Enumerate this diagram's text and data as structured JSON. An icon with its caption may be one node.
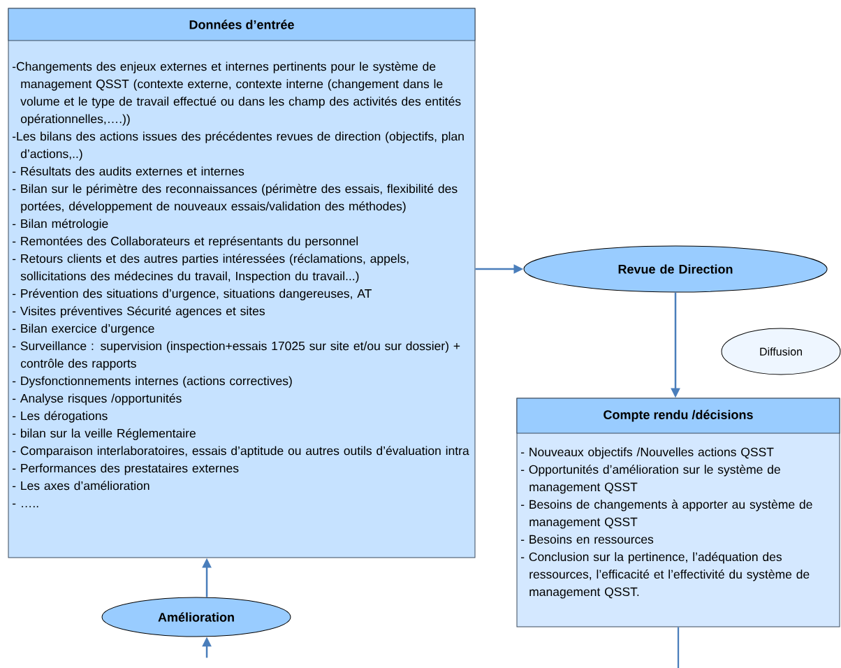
{
  "diagram": {
    "nodes": [
      {
        "text": [
          "Données d’entrée",
          "-Changements des enjeux externes et internes pertinents pour le système de management QSST  (contexte externe, contexte interne (changement dans le volume et le type de travail effectué ou dans les champ des activités des entités opérationnelles,….))",
          "-Les bilans des actions issues des précédentes revues de direction (objectifs, plan d’actions,..)",
          "- Résultats des audits externes et internes",
          "- Bilan sur le périmètre des reconnaissances (périmètre des essais, flexibilité des portées, développement de nouveaux essais/validation des méthodes)",
          "- Bilan métrologie",
          "- Remontées des Collaborateurs et représentants du personnel",
          "- Retours  clients et des autres parties intéressées (réclamations, appels, sollicitations des médecines du travail, Inspection du travail...)",
          "- Prévention des situations d’urgence, situations dangereuses, AT",
          "- Visites préventives Sécurité agences et sites",
          "- Bilan exercice d’urgence",
          "- Surveillance : supervision (inspection+essais 17025 sur site et/ou sur dossier) + contrôle des rapports",
          "- Dysfonctionnements internes (actions correctives)",
          "- Analyse risques /opportunités",
          "- Les dérogations",
          "- bilan sur la veille Réglementaire",
          "- Comparaison interlaboratoires, essais d’aptitude ou autres outils d’évaluation intra",
          "- Performances des prestataires externes",
          "- Les axes d’amélioration",
          "- ….."
        ]
      },
      {
        "text": [
          "Revue de Direction"
        ]
      },
      {
        "text": [
          "Diffusion"
        ]
      },
      {
        "text": [
          "Compte rendu /décisions",
          "- Nouveaux objectifs /Nouvelles actions  QSST",
          "- Opportunités d’amélioration sur le système de management QSST",
          "- Besoins de changements à apporter au système de management QSST",
          "- Besoins en ressources",
          "- Conclusion sur la pertinence, l’adéquation des ressources, l’efficacité et l’effectivité du système de management QSST."
        ]
      },
      {
        "text": [
          "Amélioration"
        ]
      }
    ],
    "edges": [
      {
        "from": 0,
        "to": 1,
        "arrow": "to"
      },
      {
        "from": 1,
        "to": 3,
        "arrow": "to"
      },
      {
        "from": 4,
        "to": 0,
        "arrow": "to"
      },
      {
        "from": null,
        "to": 4,
        "arrow": "to"
      },
      {
        "from": 3,
        "to": null,
        "arrow": "none"
      }
    ]
  }
}
